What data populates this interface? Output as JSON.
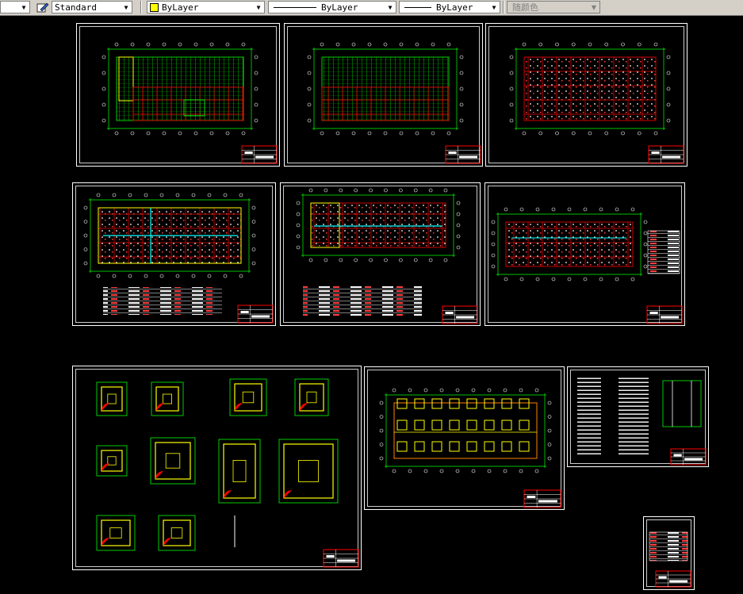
{
  "toolbar": {
    "text_style": "Standard",
    "layer_color": "ByLayer",
    "linetype": "ByLayer",
    "lineweight": "ByLayer",
    "plot_style": "随颜色",
    "colors": {
      "bylayer_swatch": "#ffff00"
    }
  },
  "icons": {
    "text_style_icon": "pencil-icon",
    "dropdown_icon": "chevron-down-icon"
  }
}
